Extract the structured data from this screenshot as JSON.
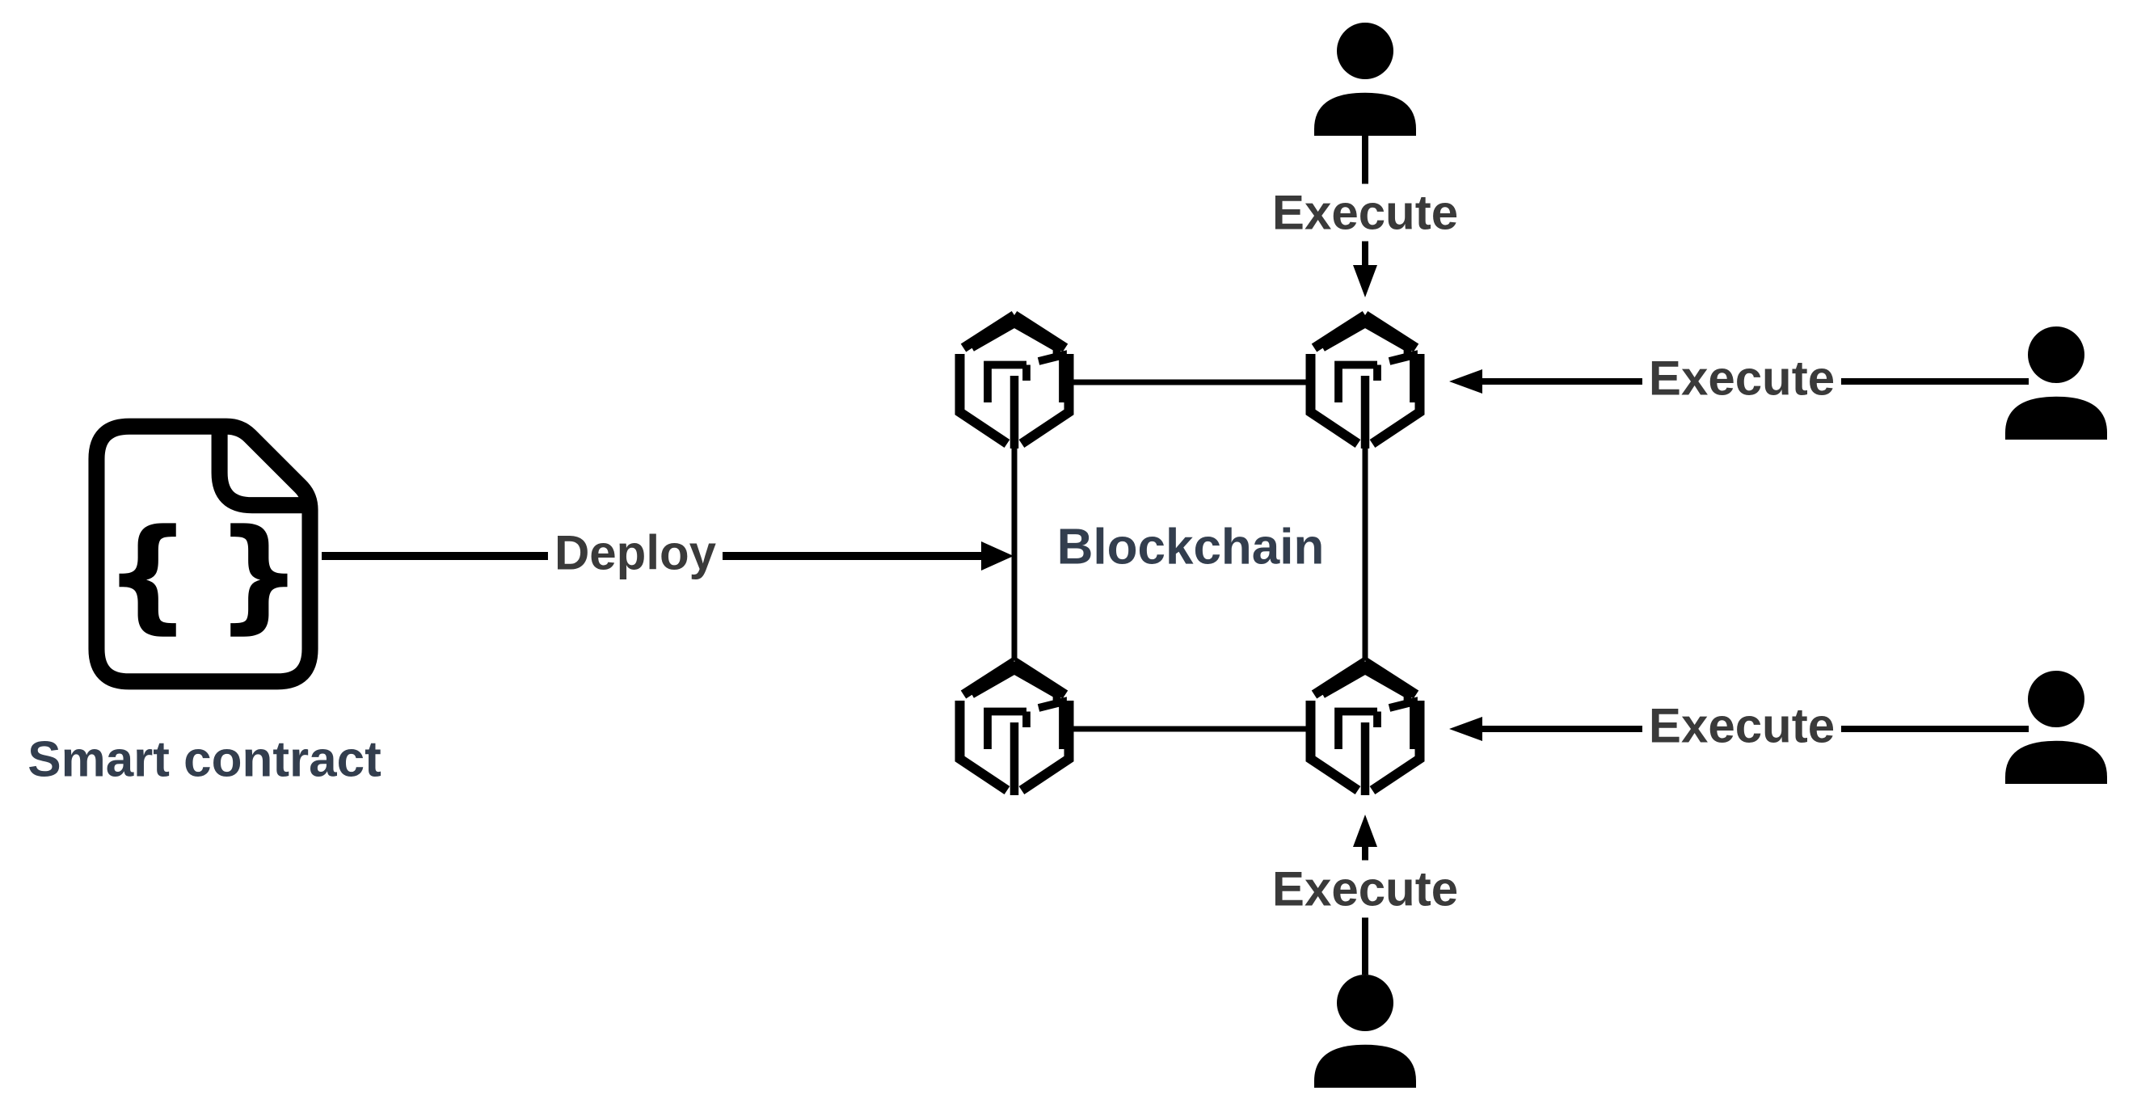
{
  "colors": {
    "background": "#ffffff",
    "line": "#000000",
    "icon": "#000000",
    "node_label": "#333e4e",
    "edge_label": "#3a3a3a"
  },
  "nodes": [
    {
      "id": "smart-contract",
      "label": "Smart contract",
      "icon": "code-document-icon"
    },
    {
      "id": "blockchain",
      "label": "Blockchain",
      "icon": "blockchain-cube-icon",
      "cube_count": 4
    },
    {
      "id": "user-top",
      "icon": "person-icon"
    },
    {
      "id": "user-right-top",
      "icon": "person-icon"
    },
    {
      "id": "user-right-bottom",
      "icon": "person-icon"
    },
    {
      "id": "user-bottom",
      "icon": "person-icon"
    }
  ],
  "edges": [
    {
      "from": "smart-contract",
      "to": "blockchain",
      "label": "Deploy",
      "direction": "right"
    },
    {
      "from": "user-top",
      "to": "blockchain",
      "label": "Execute",
      "direction": "down"
    },
    {
      "from": "user-right-top",
      "to": "blockchain",
      "label": "Execute",
      "direction": "left"
    },
    {
      "from": "user-right-bottom",
      "to": "blockchain",
      "label": "Execute",
      "direction": "left"
    },
    {
      "from": "user-bottom",
      "to": "blockchain",
      "label": "Execute",
      "direction": "up"
    }
  ]
}
